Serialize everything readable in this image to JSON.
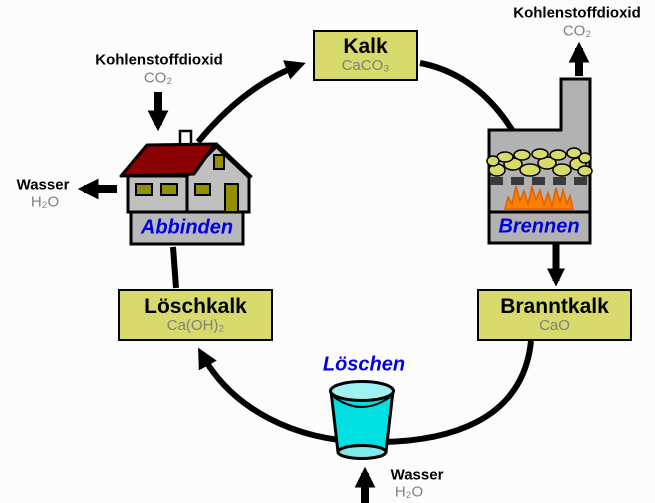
{
  "diagram": "lime-cycle",
  "boxes": {
    "kalk": {
      "title": "Kalk",
      "formula": "CaCO₃"
    },
    "branntkalk": {
      "title": "Branntkalk",
      "formula": "CaO"
    },
    "loeschkalk": {
      "title": "Löschkalk",
      "formula": "Ca(OH)₂"
    }
  },
  "process_labels": {
    "abbinden": "Abbinden",
    "brennen": "Brennen",
    "loeschen": "Löschen"
  },
  "annotations": {
    "co2_in": {
      "label": "Kohlenstoffdioxid",
      "formula": "CO₂"
    },
    "co2_out": {
      "label": "Kohlenstoffdioxid",
      "formula": "CO₂"
    },
    "water_out": {
      "label": "Wasser",
      "formula": "H₂O"
    },
    "water_in": {
      "label": "Wasser",
      "formula": "H₂O"
    }
  },
  "colors": {
    "background": "#fcfcfc",
    "box_fill": "#d6d866",
    "formula_text": "#7f7f7f",
    "process_text": "#0000e0",
    "arrow": "#000000",
    "roof": "#8b0000",
    "wall": "#c0c0c0",
    "window": "#938f00",
    "kiln_body": "#b2b2b2",
    "flame": "#ff8000",
    "water": "#00e0e0"
  }
}
